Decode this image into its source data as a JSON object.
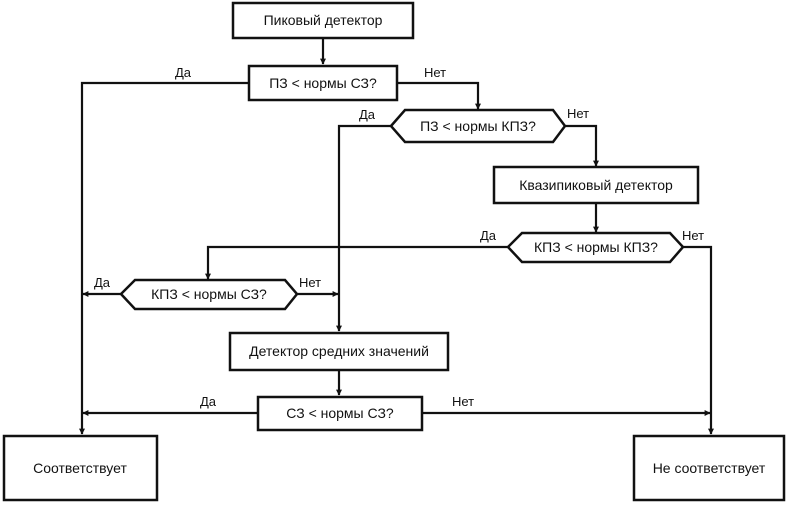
{
  "diagram": {
    "type": "flowchart",
    "colors": {
      "line": "#111111",
      "background": "#ffffff"
    },
    "nodes": [
      {
        "id": "peak",
        "kind": "process",
        "label": "Пиковый детектор"
      },
      {
        "id": "pz_sz",
        "kind": "decision-rect",
        "label": "ПЗ < нормы СЗ?"
      },
      {
        "id": "pz_kpz",
        "kind": "decision-hex",
        "label": "ПЗ < нормы КПЗ?"
      },
      {
        "id": "qpeak",
        "kind": "process",
        "label": "Квазипиковый детектор"
      },
      {
        "id": "kpz_kpz",
        "kind": "decision-hex",
        "label": "КПЗ < нормы КПЗ?"
      },
      {
        "id": "kpz_sz",
        "kind": "decision-hex",
        "label": "КПЗ < нормы СЗ?"
      },
      {
        "id": "avg",
        "kind": "process",
        "label": "Детектор средних значений"
      },
      {
        "id": "sz_sz",
        "kind": "decision-rect",
        "label": "СЗ < нормы СЗ?"
      },
      {
        "id": "pass",
        "kind": "terminal",
        "label": "Соответствует"
      },
      {
        "id": "fail",
        "kind": "terminal",
        "label": "Не соответствует"
      }
    ],
    "edges": [
      {
        "from": "peak",
        "to": "pz_sz",
        "label": ""
      },
      {
        "from": "pz_sz",
        "to": "pass",
        "label": "Да"
      },
      {
        "from": "pz_sz",
        "to": "pz_kpz",
        "label": "Нет"
      },
      {
        "from": "pz_kpz",
        "to": "avg",
        "label": "Да"
      },
      {
        "from": "pz_kpz",
        "to": "qpeak",
        "label": "Нет"
      },
      {
        "from": "qpeak",
        "to": "kpz_kpz",
        "label": ""
      },
      {
        "from": "kpz_kpz",
        "to": "kpz_sz",
        "label": "Да"
      },
      {
        "from": "kpz_kpz",
        "to": "fail",
        "label": "Нет"
      },
      {
        "from": "kpz_sz",
        "to": "pass",
        "label": "Да"
      },
      {
        "from": "kpz_sz",
        "to": "avg",
        "label": "Нет"
      },
      {
        "from": "avg",
        "to": "sz_sz",
        "label": ""
      },
      {
        "from": "sz_sz",
        "to": "pass",
        "label": "Да"
      },
      {
        "from": "sz_sz",
        "to": "fail",
        "label": "Нет"
      }
    ],
    "labels": {
      "yes": "Да",
      "no": "Нет"
    }
  }
}
